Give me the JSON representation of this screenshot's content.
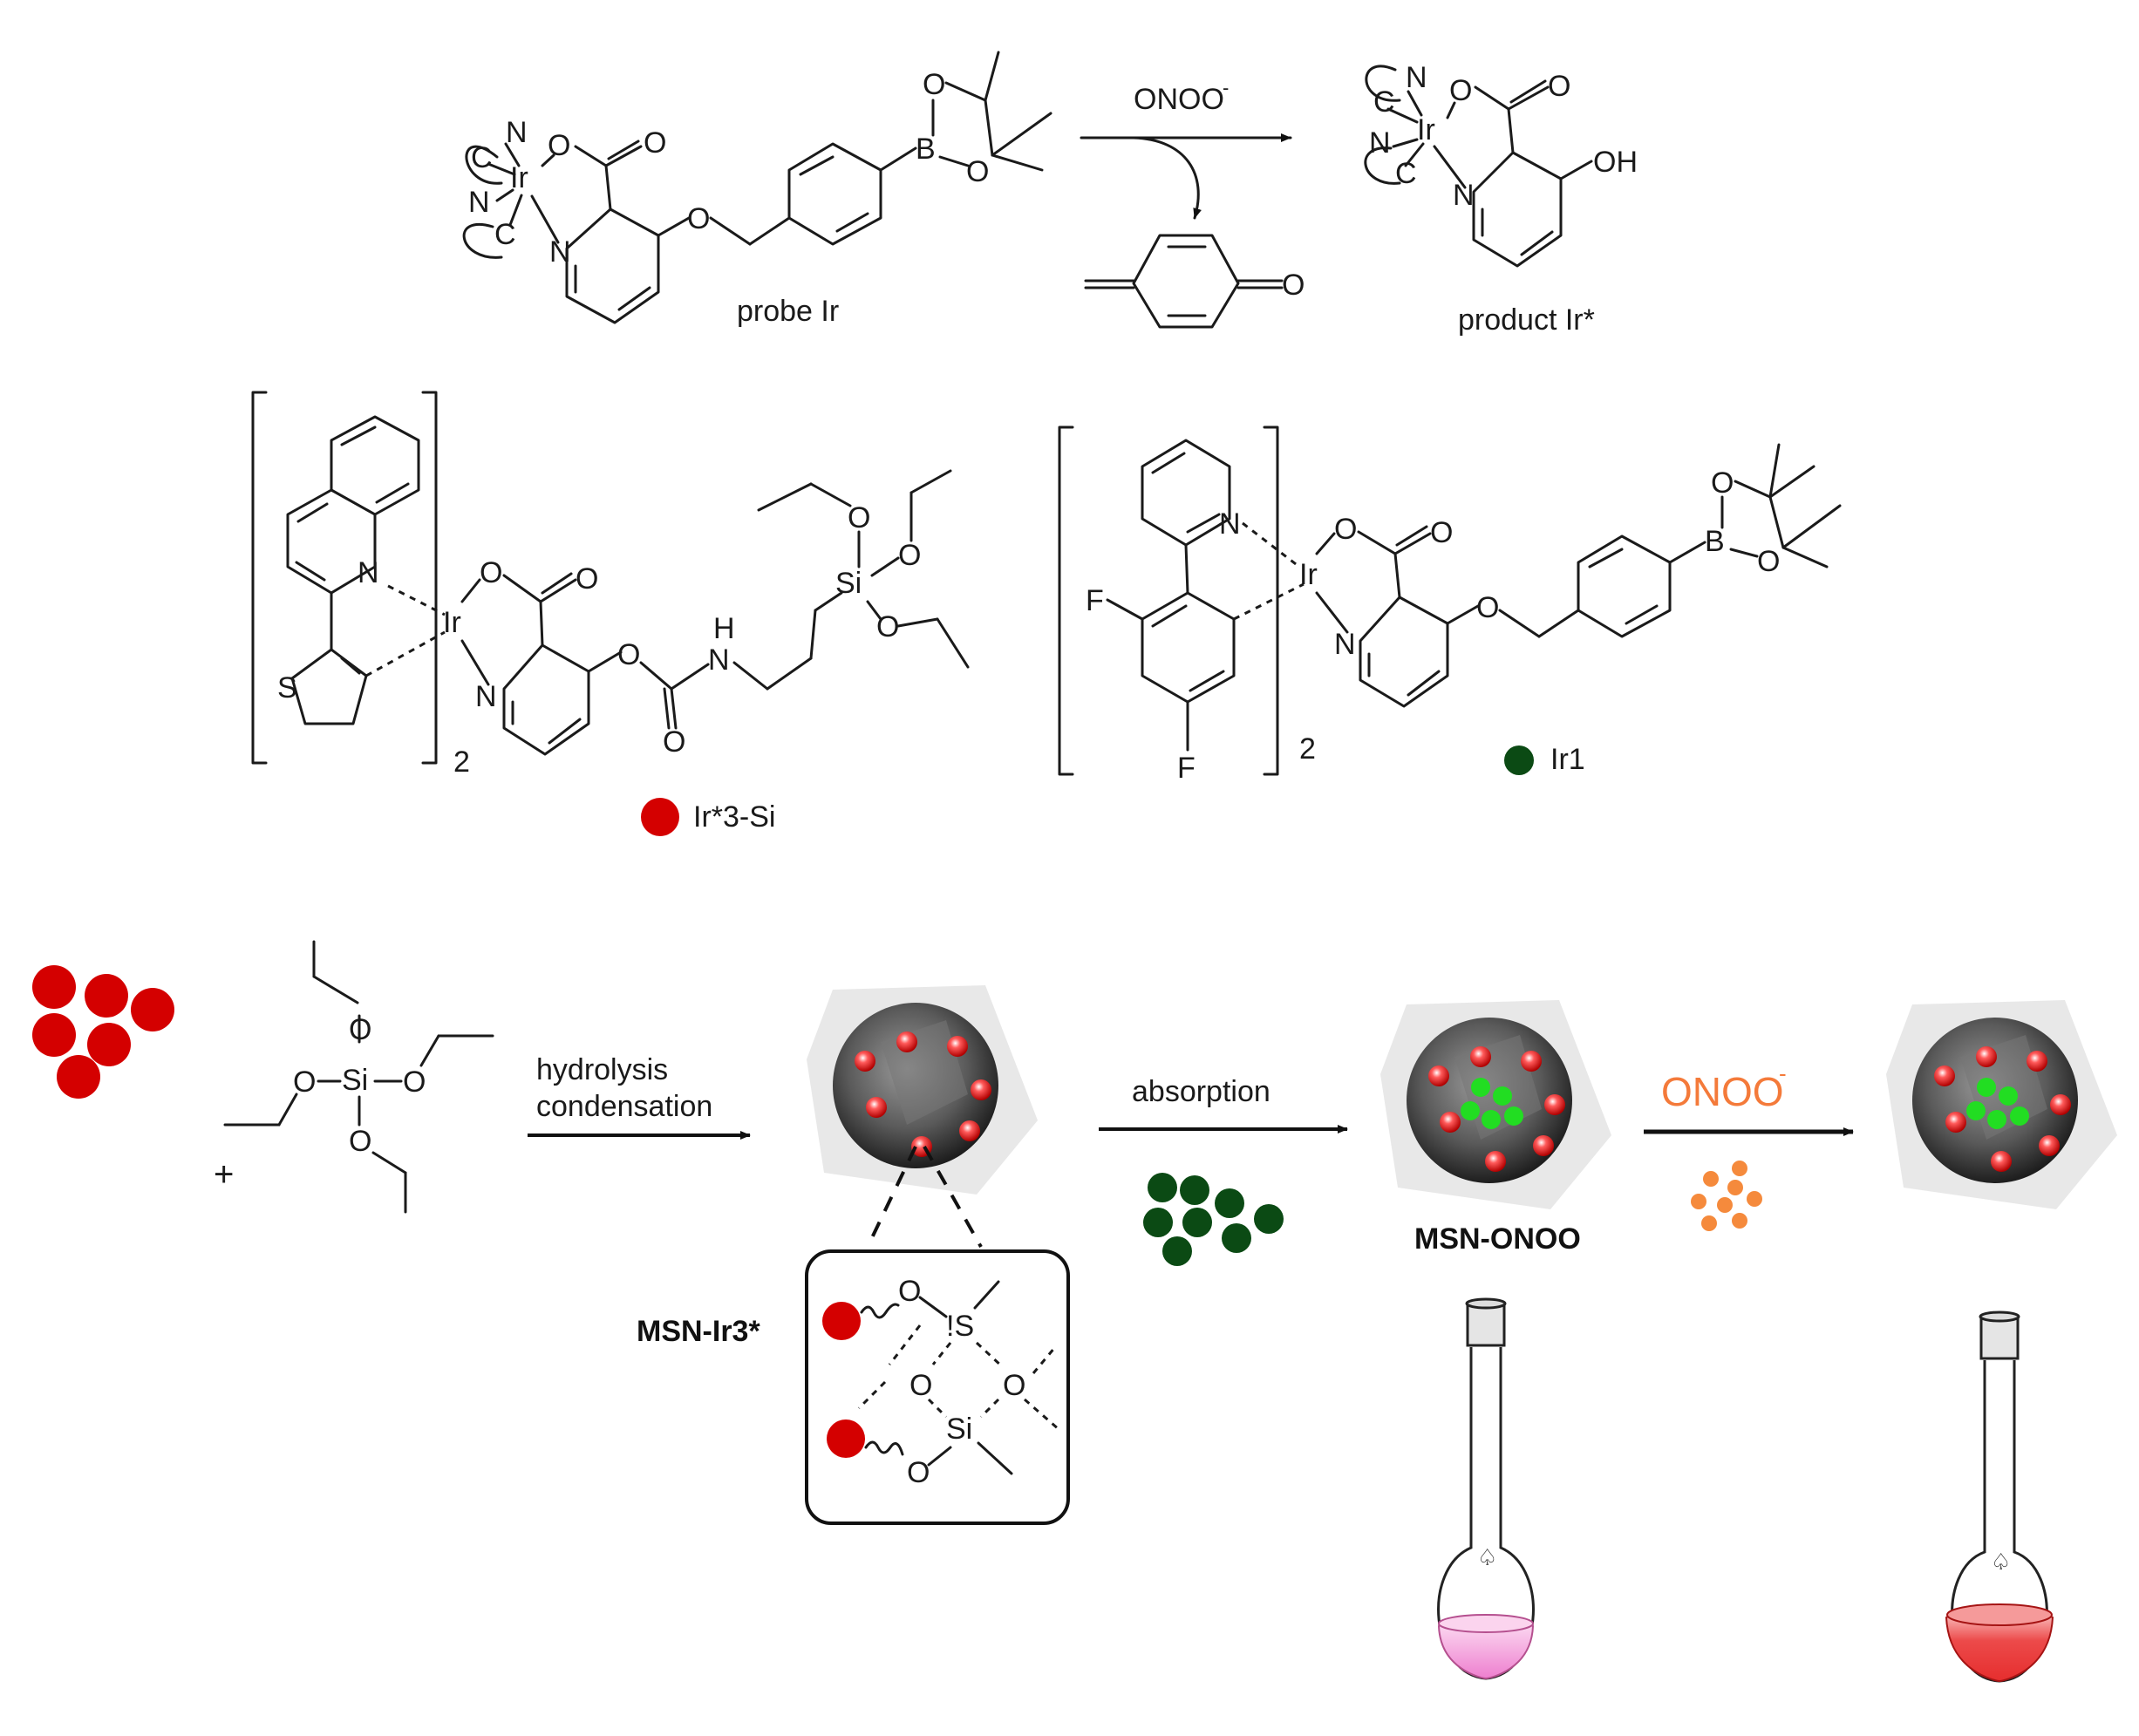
{
  "scheme": {
    "reaction": {
      "reagent": "ONOO",
      "reagent_charge": "-",
      "probe_label": "probe Ir",
      "product_label": "product Ir*"
    },
    "compounds": {
      "ir3si_label": "Ir*3-Si",
      "ir1_label": "Ir1",
      "subscript": "2"
    },
    "process": {
      "step1_line1": "hydrolysis",
      "step1_line2": "condensation",
      "step2": "absorption",
      "step3_reagent": "ONOO",
      "step3_charge": "-",
      "msn_ir3_label": "MSN-Ir3*",
      "msn_onoo_label": "MSN-ONOO",
      "plus": "+"
    },
    "atoms": {
      "O": "O",
      "B": "B",
      "N": "N",
      "C": "C",
      "Ir": "Ir",
      "OH": "OH",
      "S": "S",
      "F": "F",
      "Si": "Si",
      "H": "H",
      "SI_flipped": "!S"
    },
    "colors": {
      "red_dot": "#d40000",
      "dark_green_dot": "#0b4a14",
      "bright_green_dot": "#22dd22",
      "orange_dot": "#f58a3c",
      "orange_text": "#f47a3a",
      "flask_pink": "#f7b6e3",
      "flask_red": "#e83a3a"
    }
  }
}
